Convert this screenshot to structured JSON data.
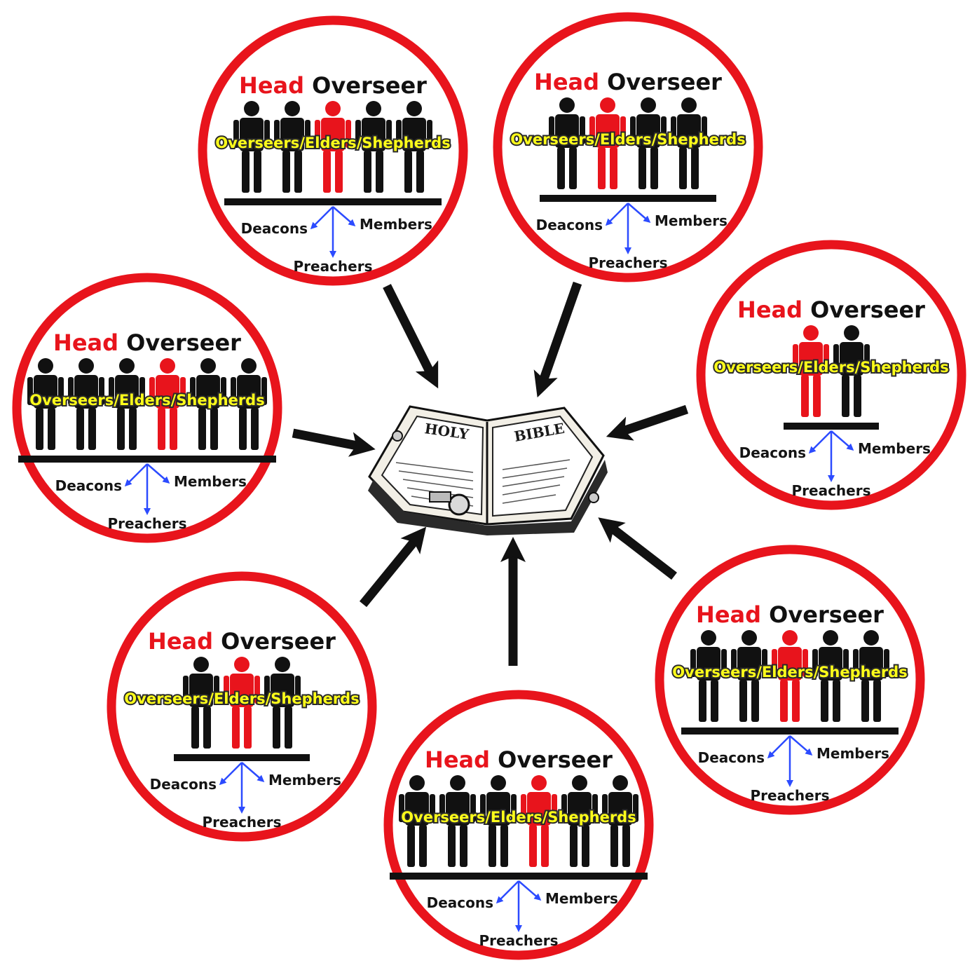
{
  "labels": {
    "head": "Head",
    "overseer": "Overseer",
    "elders": "Overseers/Elders/Shepherds",
    "deacons": "Deacons",
    "members": "Members",
    "preachers": "Preachers"
  },
  "bible": {
    "left_page": "HOLY",
    "right_page": "BIBLE"
  },
  "colors": {
    "ring": "#e8141c",
    "head_figure": "#e8141c",
    "figure": "#111111",
    "elders_text": "#ffff1a",
    "arrows_small": "#2c4bff",
    "arrows_main": "#111111"
  },
  "churches": [
    {
      "figures": 5,
      "head_index": 2
    },
    {
      "figures": 4,
      "head_index": 1
    },
    {
      "figures": 2,
      "head_index": 0
    },
    {
      "figures": 5,
      "head_index": 2
    },
    {
      "figures": 6,
      "head_index": 3
    },
    {
      "figures": 3,
      "head_index": 1
    },
    {
      "figures": 6,
      "head_index": 3
    }
  ]
}
